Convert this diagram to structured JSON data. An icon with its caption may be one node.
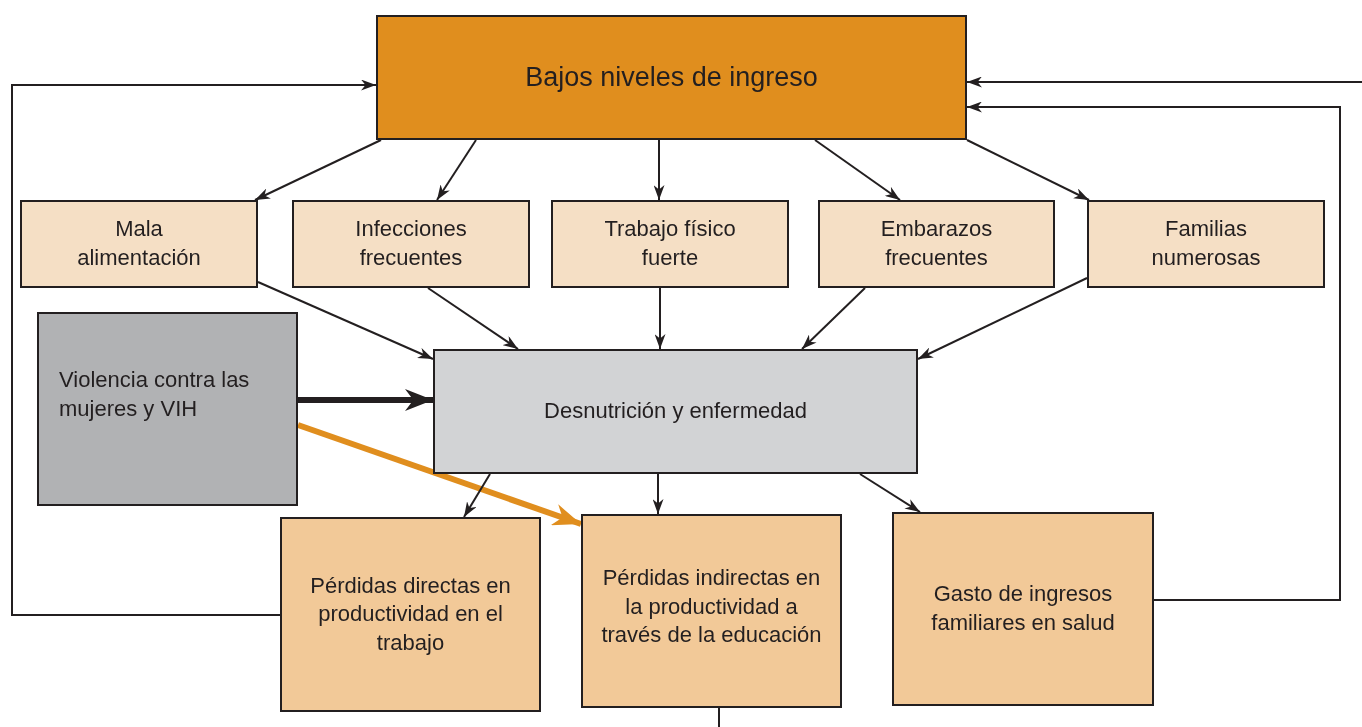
{
  "diagram": {
    "nodes": [
      {
        "text": [
          "Bajos niveles de ingreso"
        ]
      },
      {
        "text": [
          "Mala alimentación"
        ]
      },
      {
        "text": [
          "Infecciones frecuentes"
        ]
      },
      {
        "text": [
          "Trabajo físico fuerte"
        ]
      },
      {
        "text": [
          "Embarazos frecuentes"
        ]
      },
      {
        "text": [
          "Familias numerosas"
        ]
      },
      {
        "text": [
          "Violencia contra las mujeres y VIH"
        ]
      },
      {
        "text": [
          "Desnutrición y enfermedad"
        ]
      },
      {
        "text": [
          "Pérdidas directas en productividad en el trabajo"
        ]
      },
      {
        "text": [
          "Pérdidas indirectas en la productividad a través de la educación"
        ]
      },
      {
        "text": [
          "Gasto de ingresos familiares en salud"
        ]
      }
    ],
    "edges": [
      {
        "from": 0,
        "to": 1,
        "arrow": "to"
      },
      {
        "from": 0,
        "to": 2,
        "arrow": "to"
      },
      {
        "from": 0,
        "to": 3,
        "arrow": "to"
      },
      {
        "from": 0,
        "to": 4,
        "arrow": "to"
      },
      {
        "from": 0,
        "to": 5,
        "arrow": "to"
      },
      {
        "from": 1,
        "to": 7,
        "arrow": "to"
      },
      {
        "from": 2,
        "to": 7,
        "arrow": "to"
      },
      {
        "from": 3,
        "to": 7,
        "arrow": "to"
      },
      {
        "from": 4,
        "to": 7,
        "arrow": "to"
      },
      {
        "from": 5,
        "to": 7,
        "arrow": "to"
      },
      {
        "from": 6,
        "to": 7,
        "arrow": "to",
        "style": "thick"
      },
      {
        "from": 6,
        "to": 9,
        "arrow": "to",
        "style": "thick",
        "color": "#e08e1e"
      },
      {
        "from": 7,
        "to": 8,
        "arrow": "to"
      },
      {
        "from": 7,
        "to": 9,
        "arrow": "to"
      },
      {
        "from": 7,
        "to": 10,
        "arrow": "to"
      },
      {
        "from": 8,
        "to": 0,
        "arrow": "to"
      },
      {
        "from": 10,
        "to": 0,
        "arrow": "to"
      },
      {
        "from": null,
        "to": 0,
        "arrow": "to"
      },
      {
        "from": 9,
        "to": null,
        "arrow": "none"
      }
    ]
  }
}
